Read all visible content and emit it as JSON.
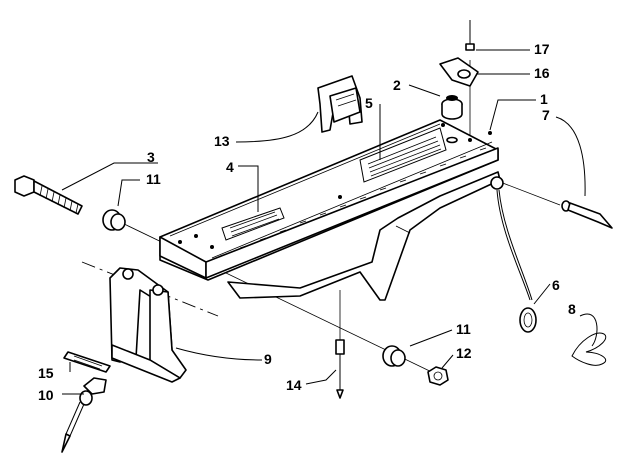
{
  "diagram": {
    "callouts": [
      {
        "id": "c1",
        "text": "1"
      },
      {
        "id": "c2",
        "text": "2"
      },
      {
        "id": "c3",
        "text": "3"
      },
      {
        "id": "c4",
        "text": "4"
      },
      {
        "id": "c5",
        "text": "5"
      },
      {
        "id": "c6",
        "text": "6"
      },
      {
        "id": "c7",
        "text": "7"
      },
      {
        "id": "c8",
        "text": "8"
      },
      {
        "id": "c9",
        "text": "9"
      },
      {
        "id": "c10",
        "text": "10"
      },
      {
        "id": "c11a",
        "text": "11"
      },
      {
        "id": "c11b",
        "text": "11"
      },
      {
        "id": "c12",
        "text": "12"
      },
      {
        "id": "c13",
        "text": "13"
      },
      {
        "id": "c14",
        "text": "14"
      },
      {
        "id": "c15",
        "text": "15"
      },
      {
        "id": "c16",
        "text": "16"
      },
      {
        "id": "c17",
        "text": "17"
      }
    ]
  }
}
